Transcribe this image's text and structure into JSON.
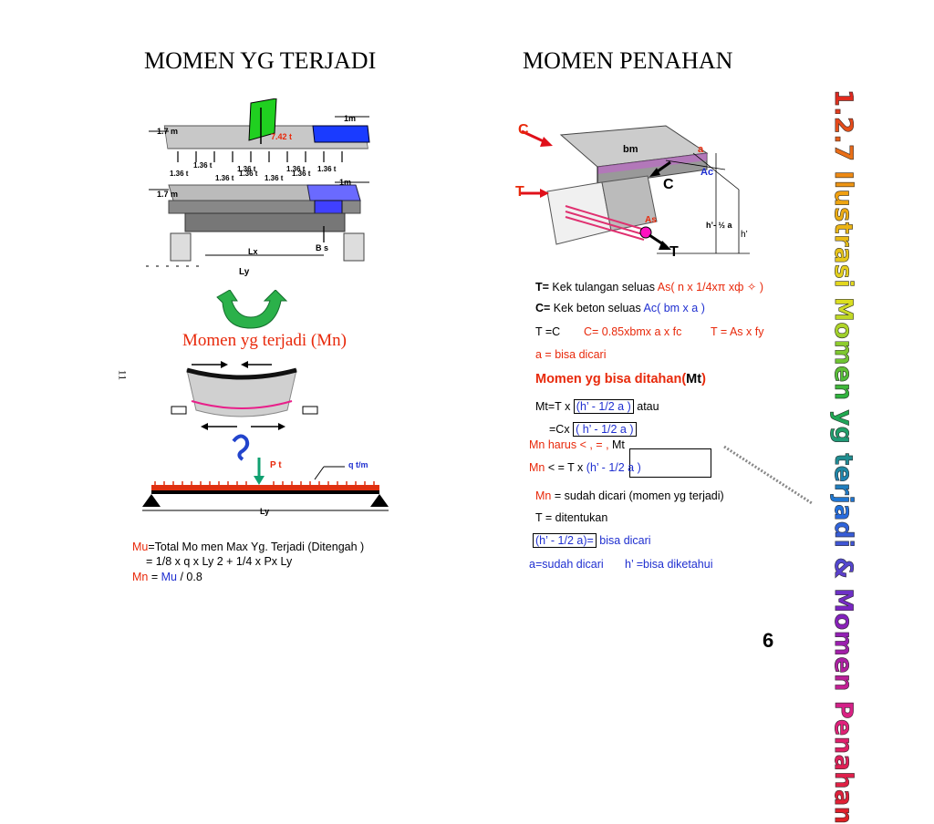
{
  "titles": {
    "left": "MOMEN YG TERJADI",
    "right": "MOMEN PENAHAN",
    "vertical": "1.2.7 Ilustrasi Momen yg terjadi & Momen Penahan"
  },
  "slide_number": "6",
  "side_number": "11",
  "left_diagram": {
    "label_17m_top": "1.7 m",
    "label_1m_top": "1m",
    "label_load": "7.42 t",
    "loads": [
      "1.36 t",
      "1.36 t",
      "1.36 t",
      "1.36 t",
      "1.36 t",
      "1.36 t",
      "1.36 t",
      "1.36 t",
      "1.36 t"
    ],
    "label_17m_bottom": "1.7 m",
    "label_1m_bottom": "1m",
    "label_lx": "Lx",
    "label_bs": "B s",
    "label_ly": "Ly"
  },
  "moment_label": "Momen yg terjadi (Mn)",
  "beam_diagram": {
    "label_pt": "P t",
    "label_q": "q t/m",
    "label_ly": "Ly"
  },
  "mu_formula": {
    "line1_mu": "Mu",
    "line1_rest": "=Total Mo men Max Yg. Terjadi (Ditengah )",
    "line2": "= 1/8 x q x Ly 2     +    1/4 x Px Ly",
    "line3_mn": "Mn",
    "line3_eq": " = ",
    "line3_mu": "Mu",
    "line3_rest": "  /   0.8"
  },
  "right_diagram": {
    "label_c1": "C",
    "label_bm": "bm",
    "label_a": "a",
    "label_ac": "Ac",
    "label_c2": "C",
    "label_t1": "T",
    "label_as": "As",
    "label_t2": "T",
    "label_h_half": "h’- ½ a",
    "label_h": "h’"
  },
  "explanations": {
    "t_def_key": "T=",
    "t_def_text": " Kek tulangan seluas ",
    "t_def_formula": "As( n x 1/4xπ xф ✧ )",
    "c_def_key": "C=",
    "c_def_text": " Kek beton seluas  ",
    "c_def_formula": "Ac( bm x a )",
    "tc_eq": "T =C",
    "c_formula": "C= 0.85xbmx a x fc",
    "t_formula": "T = As x fy",
    "a_line": "a = bisa dicari",
    "mt_heading": "Momen yg bisa ditahan(",
    "mt_heading_mt": "Mt",
    "mt_heading_close": ")",
    "mt_line1_a": "Mt=T x ",
    "mt_line1_box": "(h’ - 1/2 a )",
    "mt_line1_b": "  atau",
    "mt_line2_a": "=Cx ",
    "mt_line2_box": "( h’ - 1/2 a )",
    "mn_harus_a": "Mn harus < , = ,",
    "mn_harus_b": "  Mt",
    "mn_ineq_mn": "Mn",
    "mn_ineq_op": "  < =     T x ",
    "mn_ineq_box": "(h’ - 1/2 a )",
    "mn_dicari_a": "Mn",
    "mn_dicari_b": " = sudah dicari (momen yg terjadi)",
    "t_ditentukan": "T    = ditentukan",
    "h_box": "(h’ - 1/2 a)=",
    "h_bisa": "  bisa dicari",
    "a_sudah": "a=sudah dicari",
    "h_diketahui": "h’ =bisa diketahui"
  }
}
